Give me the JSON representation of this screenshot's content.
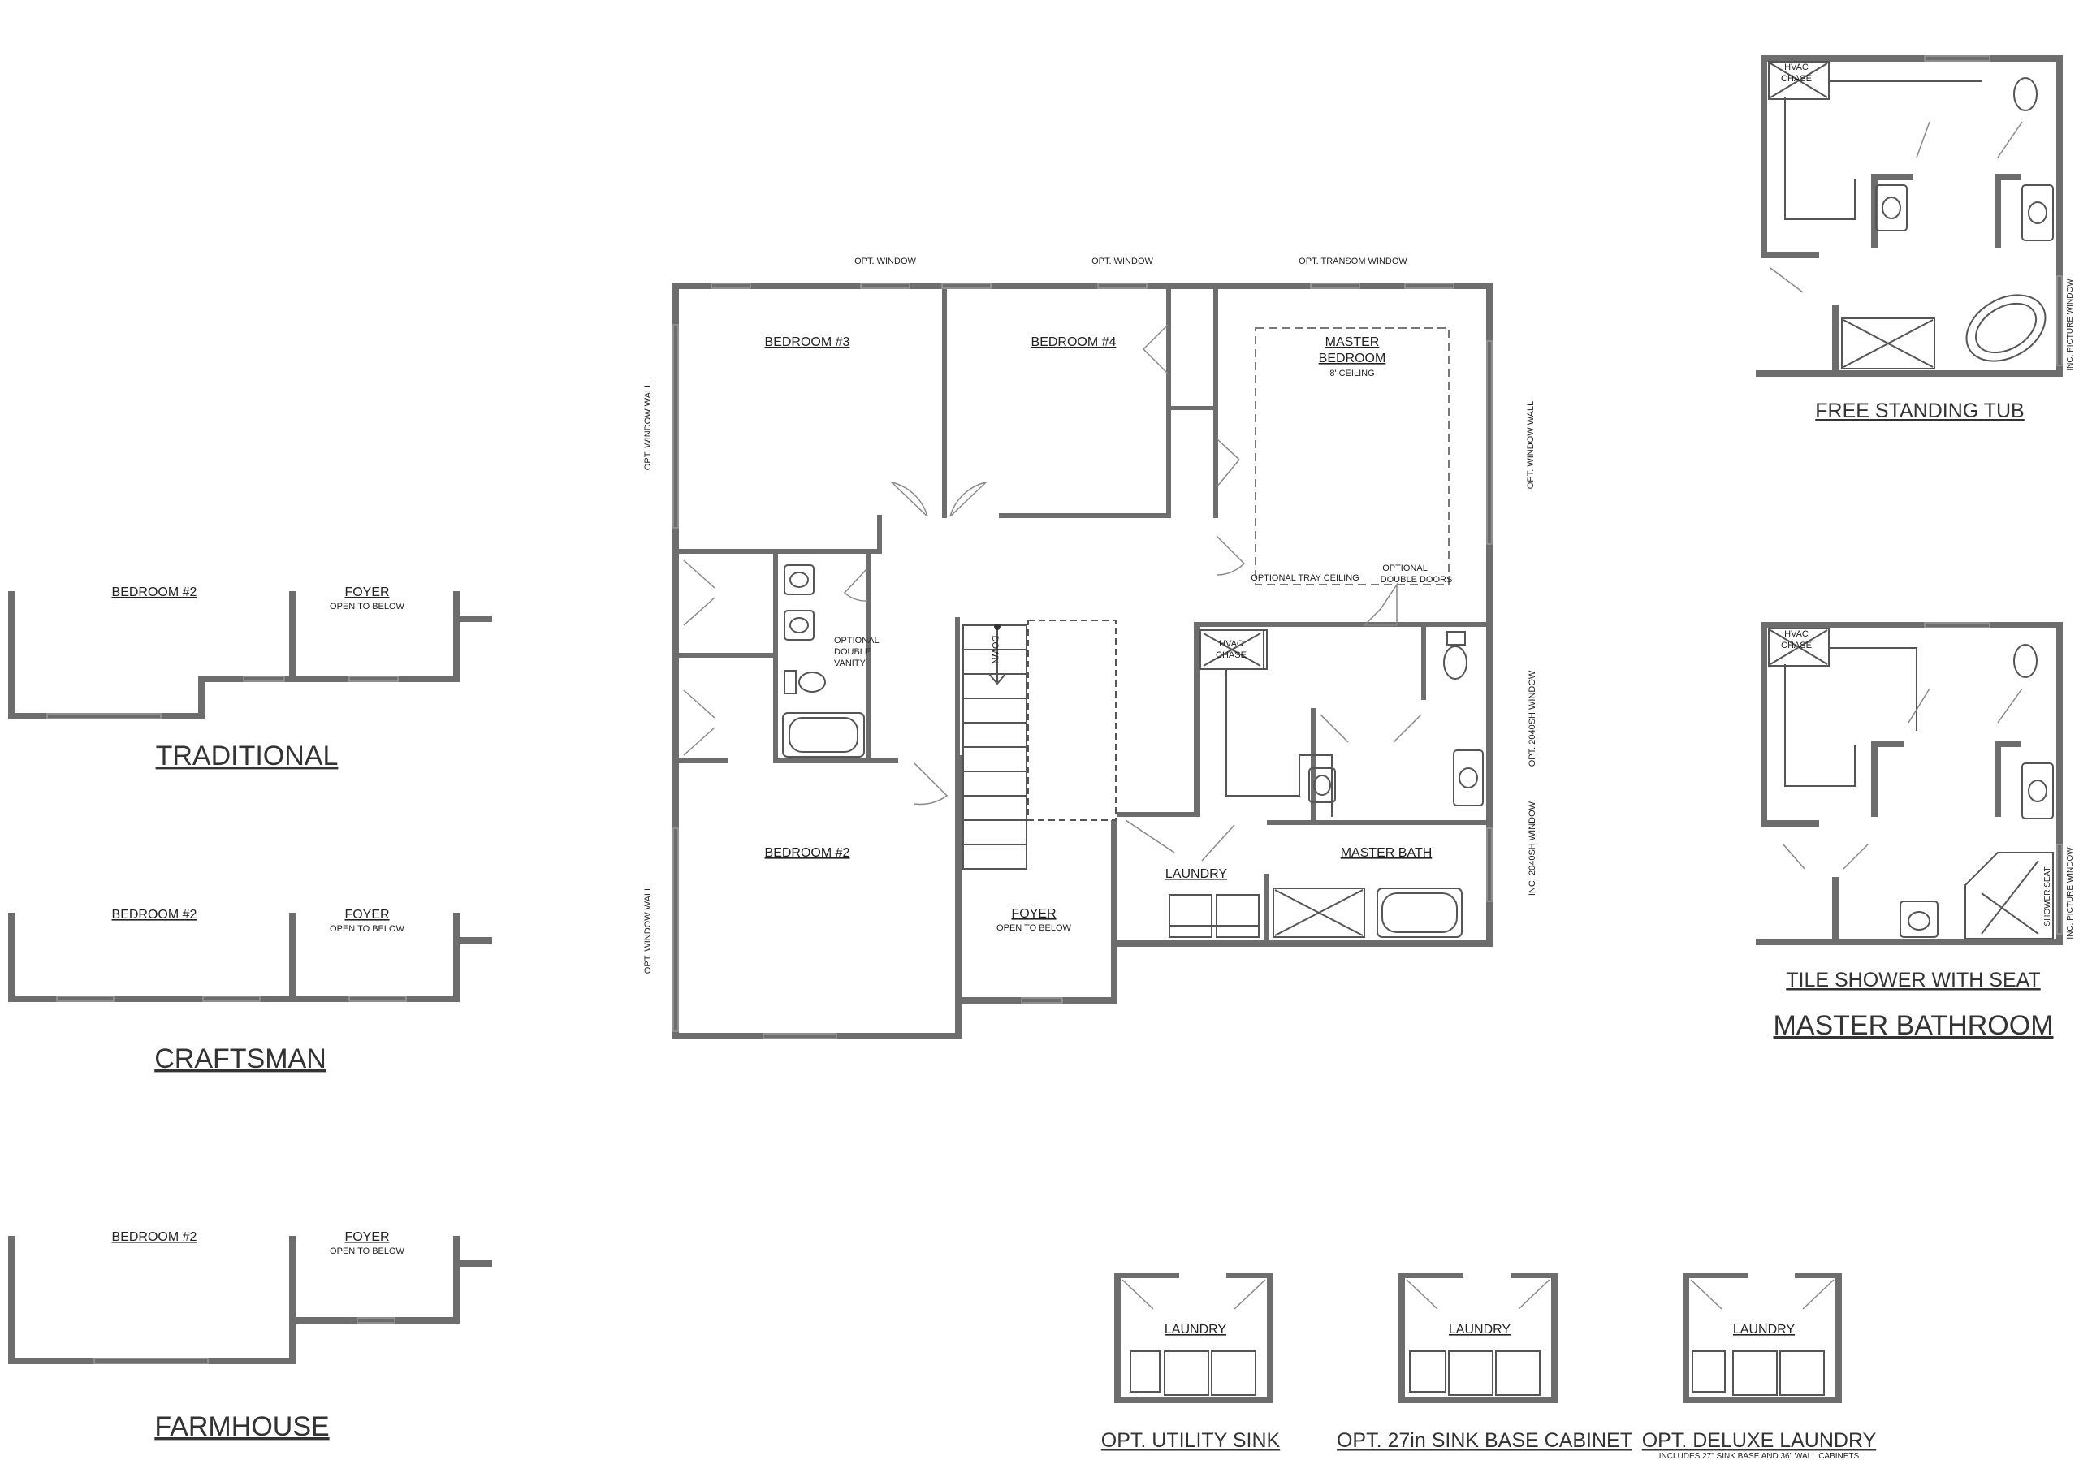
{
  "main_plan": {
    "top_notes": [
      "OPT. WINDOW",
      "OPT. WINDOW",
      "OPT. TRANSOM WINDOW"
    ],
    "side_notes": {
      "left_upper": "OPT. WINDOW WALL",
      "left_lower": "OPT. WINDOW WALL",
      "right_upper": "OPT. WINDOW WALL",
      "right_window_1": "OPT. 2040SH WINDOW",
      "right_window_2": "INC. 2040SH WINDOW"
    },
    "rooms": {
      "bedroom3": "BEDROOM #3",
      "bedroom4": "BEDROOM #4",
      "master_bedroom_line1": "MASTER",
      "master_bedroom_line2": "BEDROOM",
      "master_ceiling": "8' CEILING",
      "tray_ceiling": "OPTIONAL TRAY CEILING",
      "double_doors_line1": "OPTIONAL",
      "double_doors_line2": "DOUBLE DOORS",
      "hvac_line1": "HVAC",
      "hvac_line2": "CHASE",
      "vanity_line1": "OPTIONAL",
      "vanity_line2": "DOUBLE",
      "vanity_line3": "VANITY",
      "down": "DOWN",
      "bedroom2": "BEDROOM #2",
      "laundry": "LAUNDRY",
      "master_bath": "MASTER BATH",
      "foyer": "FOYER",
      "foyer_sub": "OPEN TO BELOW"
    }
  },
  "elevations": [
    {
      "room1": "BEDROOM #2",
      "room2": "FOYER",
      "room2_sub": "OPEN TO BELOW",
      "title": "TRADITIONAL"
    },
    {
      "room1": "BEDROOM #2",
      "room2": "FOYER",
      "room2_sub": "OPEN TO BELOW",
      "title": "CRAFTSMAN"
    },
    {
      "room1": "BEDROOM #2",
      "room2": "FOYER",
      "room2_sub": "OPEN TO BELOW",
      "title": "FARMHOUSE"
    }
  ],
  "master_bathroom_options": {
    "free_standing_tub": {
      "title": "FREE STANDING TUB",
      "hvac_line1": "HVAC",
      "hvac_line2": "CHASE",
      "side_note": "INC. PICTURE WINDOW"
    },
    "tile_shower": {
      "title": "TILE SHOWER WITH SEAT",
      "hvac_line1": "HVAC",
      "hvac_line2": "CHASE",
      "seat_note": "SHOWER SEAT",
      "side_note": "INC. PICTURE WINDOW"
    },
    "section_title": "MASTER BATHROOM"
  },
  "laundry_options": [
    {
      "room": "LAUNDRY",
      "title": "OPT. UTILITY SINK",
      "note": ""
    },
    {
      "room": "LAUNDRY",
      "title": "OPT. 27in SINK BASE CABINET",
      "note": ""
    },
    {
      "room": "LAUNDRY",
      "title": "OPT. DELUXE LAUNDRY",
      "note": "INCLUDES 27\" SINK BASE AND 36\" WALL CABINETS"
    }
  ],
  "colors": {
    "wall": "#6d6d6d",
    "text": "#222222",
    "background": "#ffffff"
  }
}
